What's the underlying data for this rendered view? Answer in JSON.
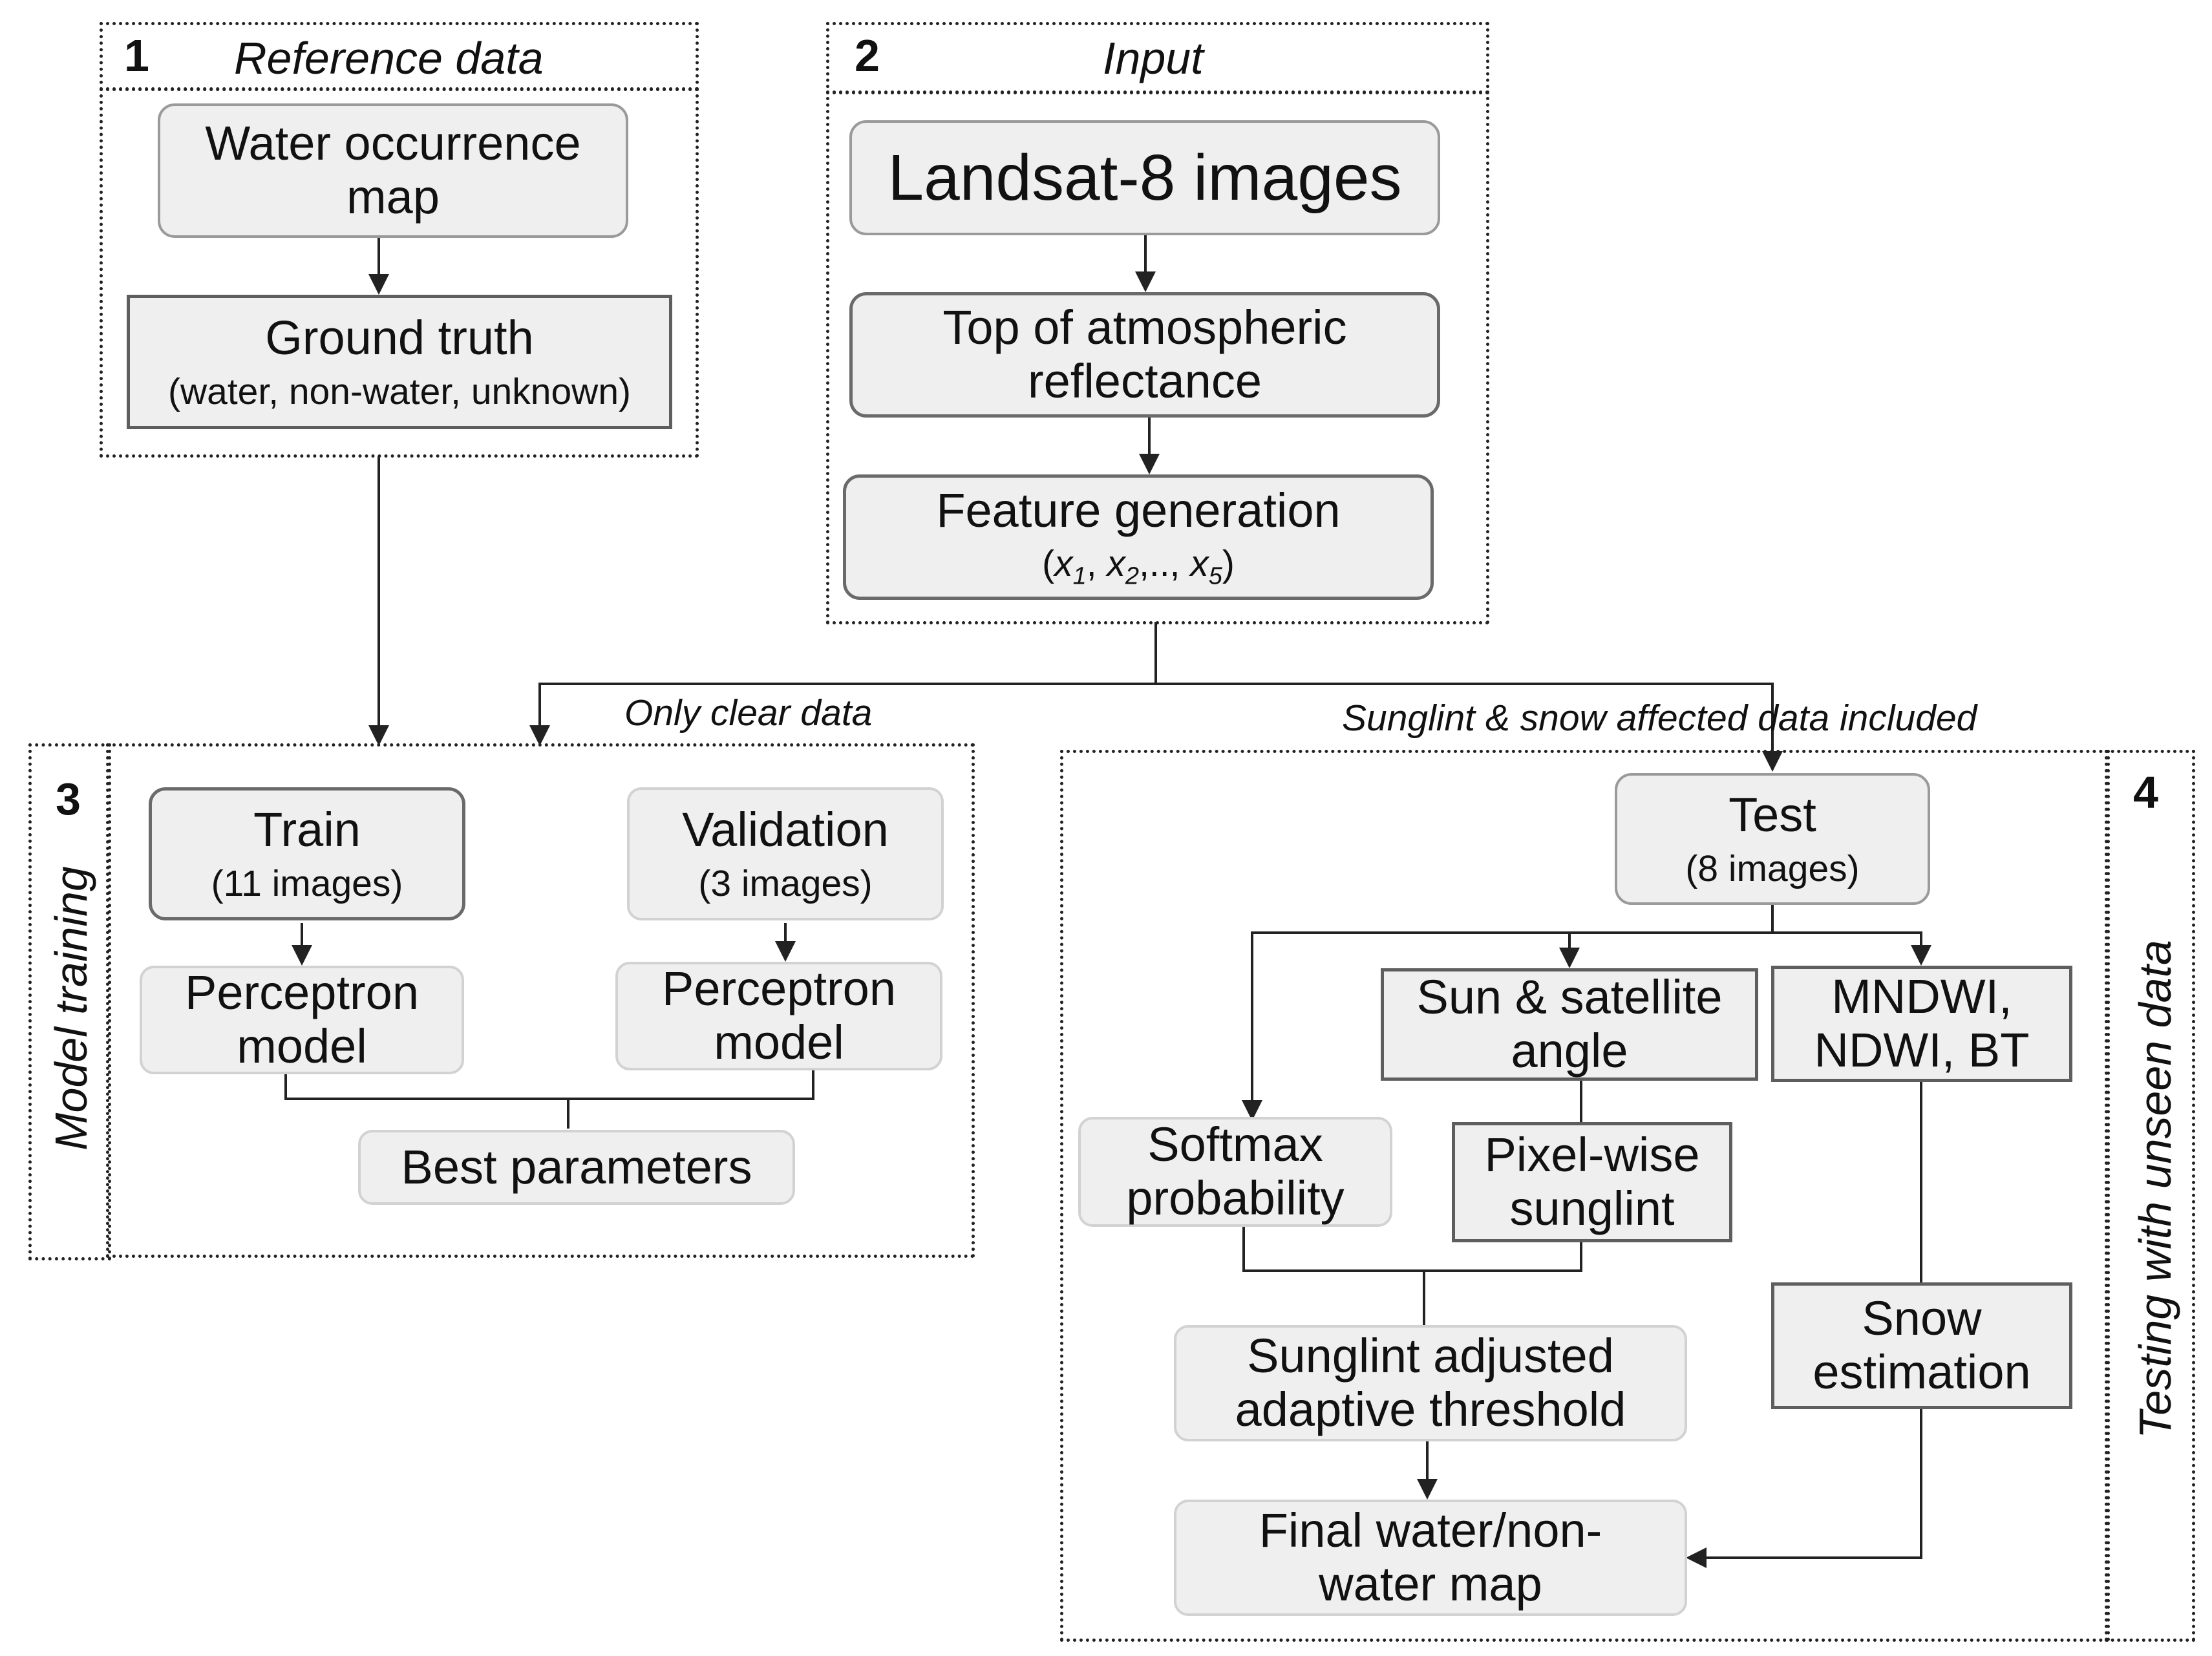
{
  "sections": {
    "reference": {
      "number": "1",
      "title": "Reference data"
    },
    "input": {
      "number": "2",
      "title": "Input"
    },
    "training": {
      "number": "3",
      "title": "Model training"
    },
    "testing": {
      "number": "4",
      "title": "Testing with unseen data"
    }
  },
  "nodes": {
    "water_occurrence": {
      "line1": "Water occurrence",
      "line2": "map"
    },
    "ground_truth": {
      "title": "Ground truth",
      "sub": "(water, non-water, unknown)"
    },
    "landsat": {
      "title": "Landsat-8 images"
    },
    "toa": {
      "line1": "Top of atmospheric",
      "line2": "reflectance"
    },
    "feature": {
      "title": "Feature generation",
      "sub_open": "(",
      "v1": "x",
      "s1": "1",
      "sep1": ", ",
      "v2": "x",
      "s2": "2",
      "sep2": ",.., ",
      "v3": "x",
      "s3": "5",
      "sub_close": ")"
    },
    "train": {
      "title": "Train",
      "sub": "(11 images)"
    },
    "validation": {
      "title": "Validation",
      "sub": "(3 images)"
    },
    "perceptron_train": {
      "line1": "Perceptron",
      "line2": "model"
    },
    "perceptron_val": {
      "line1": "Perceptron",
      "line2": "model"
    },
    "best_params": {
      "title": "Best parameters"
    },
    "test": {
      "title": "Test",
      "sub": "(8 images)"
    },
    "sun_angle": {
      "line1": "Sun & satellite",
      "line2": "angle"
    },
    "mndwi": {
      "line1": "MNDWI,",
      "line2": "NDWI, BT"
    },
    "softmax": {
      "line1": "Softmax",
      "line2": "probability"
    },
    "pixel_sunglint": {
      "line1": "Pixel-wise",
      "line2": "sunglint"
    },
    "snow": {
      "line1": "Snow",
      "line2": "estimation"
    },
    "threshold": {
      "line1": "Sunglint adjusted",
      "line2": "adaptive threshold"
    },
    "final_map": {
      "line1": "Final water/non-",
      "line2": "water map"
    }
  },
  "edge_labels": {
    "clear_only": "Only clear data",
    "affected_included": "Sunglint & snow affected data included"
  },
  "colors": {
    "box_fill": "#efefef",
    "line": "#222222"
  }
}
